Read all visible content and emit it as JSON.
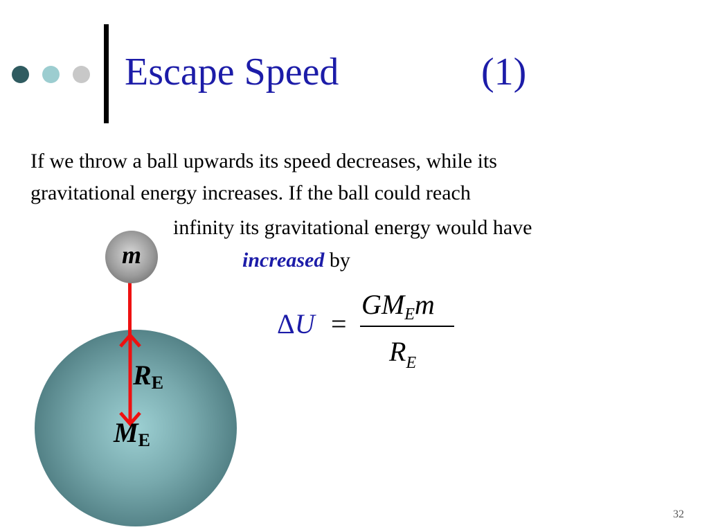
{
  "slide": {
    "title": "Escape Speed",
    "title_number": "(1)",
    "page_number": "32"
  },
  "text": {
    "line1": "If we throw a ball upwards its speed decreases, while its",
    "line2": "gravitational energy increases. If the ball could reach",
    "line3": "infinity its gravitational energy would have",
    "line4_emph": "increased",
    "line4_rest": " by"
  },
  "diagram": {
    "ball_label": "m",
    "radius_label": "R",
    "radius_sub": "E",
    "mass_label": "M",
    "mass_sub": "E",
    "arrow_color": "#ee1111",
    "earth_color": "#4f7d82"
  },
  "equation": {
    "lhs_delta": "Δ",
    "lhs_var": "U",
    "equals": "=",
    "numerator_a": "GM",
    "numerator_sub": "E",
    "numerator_b": "m",
    "denominator": "R",
    "denominator_sub": "E"
  },
  "colors": {
    "accent": "#1c1ca8",
    "dot1": "#2f5b60",
    "dot2": "#9ccdd0",
    "dot3": "#c8c8c8"
  }
}
